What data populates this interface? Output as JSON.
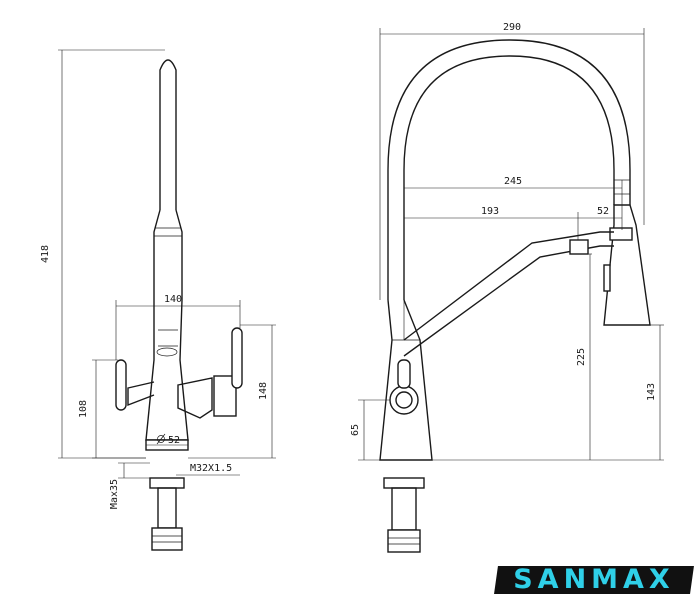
{
  "dimensions": {
    "total_height": "418",
    "total_width": "290",
    "handle_span": "140",
    "reach_245": "245",
    "reach_193": "193",
    "spray_offset": "52",
    "body_108": "108",
    "body_148": "148",
    "side_65": "65",
    "height_225": "225",
    "height_143": "143",
    "base_diameter": "52",
    "thread": "M32X1.5",
    "max_thickness": "Max35"
  },
  "brand": {
    "name": "SANMAX",
    "text_color": "#2fd0e8"
  }
}
